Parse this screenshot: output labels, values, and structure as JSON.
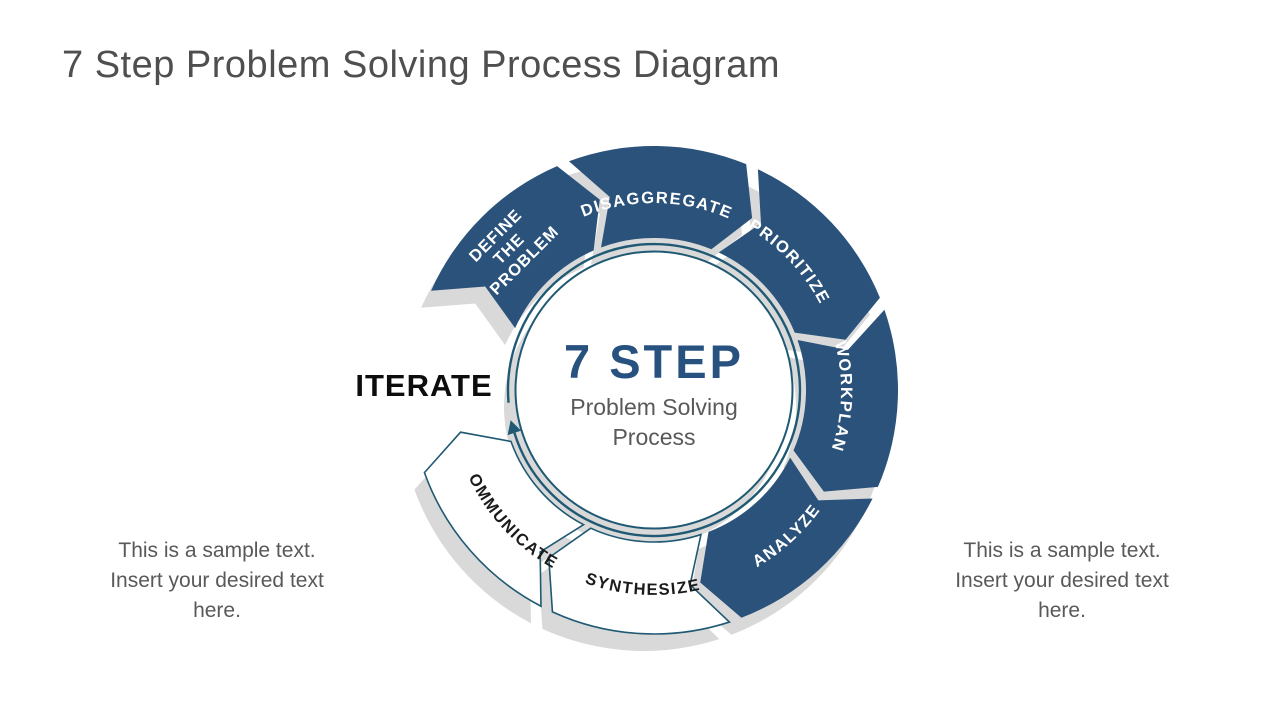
{
  "title": "7 Step Problem Solving Process Diagram",
  "center": {
    "heading": "7 STEP",
    "subheading_line1": "Problem Solving",
    "subheading_line2": "Process"
  },
  "iterate_label": "ITERATE",
  "notes": {
    "left": {
      "line1": "This is a sample text.",
      "line2": "Insert your desired text",
      "line3": "here."
    },
    "right": {
      "line1": "This is a sample text.",
      "line2": "Insert your desired text",
      "line3": "here."
    }
  },
  "diagram": {
    "flow_direction": "clockwise",
    "segments": [
      {
        "label": "DEFINE THE PROBLEM",
        "label_lines": [
          "DEFINE",
          "THE",
          "PROBLEM"
        ],
        "variant": "blue"
      },
      {
        "label": "DISAGGREGATE",
        "variant": "blue"
      },
      {
        "label": "PRIORITIZE",
        "variant": "blue"
      },
      {
        "label": "WORKPLAN",
        "variant": "blue"
      },
      {
        "label": "ANALYZE",
        "variant": "blue"
      },
      {
        "label": "SYNTHESIZE",
        "variant": "white"
      },
      {
        "label": "COMMUNICATE",
        "variant": "white"
      }
    ],
    "colors": {
      "segment_blue": "#2a527b",
      "segment_white": "#ffffff",
      "outline": "#1f5973",
      "shadow": "#d9d9d9",
      "heading_blue": "#27517e",
      "text_gray": "#595959",
      "title_gray": "#4f4f4f",
      "iterate_black": "#0d0d0d"
    }
  }
}
